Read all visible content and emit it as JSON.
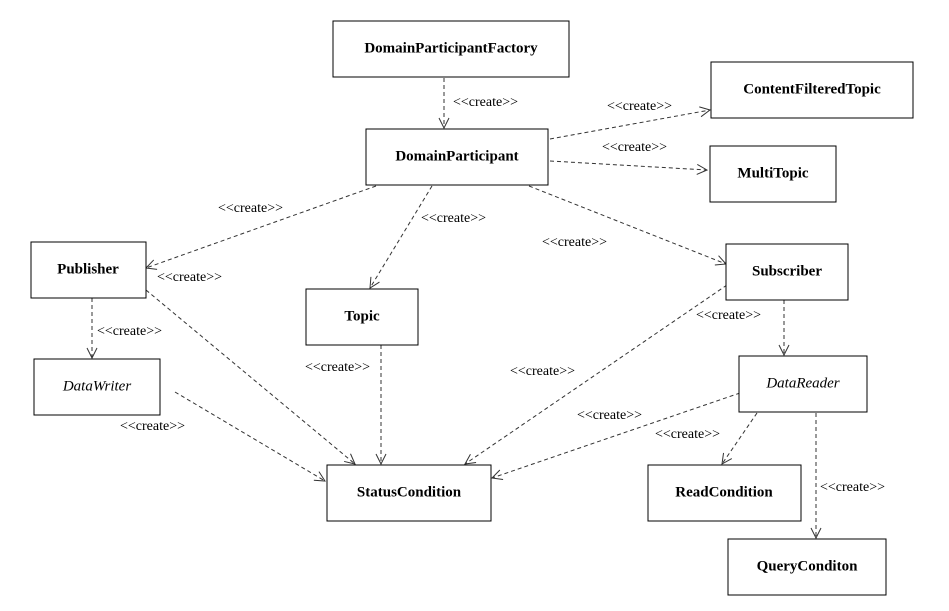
{
  "nodes": {
    "factory": {
      "label": "DomainParticipantFactory",
      "style": "bold"
    },
    "participant": {
      "label": "DomainParticipant",
      "style": "bold"
    },
    "cft": {
      "label": "ContentFilteredTopic",
      "style": "bold"
    },
    "multitopic": {
      "label": "MultiTopic",
      "style": "bold"
    },
    "publisher": {
      "label": "Publisher",
      "style": "bold"
    },
    "topic": {
      "label": "Topic",
      "style": "bold"
    },
    "subscriber": {
      "label": "Subscriber",
      "style": "bold"
    },
    "datawriter": {
      "label": "DataWriter",
      "style": "italic"
    },
    "datareader": {
      "label": "DataReader",
      "style": "italic"
    },
    "status": {
      "label": "StatusCondition",
      "style": "bold"
    },
    "readcond": {
      "label": "ReadCondition",
      "style": "bold"
    },
    "querycond": {
      "label": "QueryConditon",
      "style": "bold"
    }
  },
  "edges": [
    {
      "id": "factory-participant",
      "from": "factory",
      "to": "participant",
      "label": "<<create>>"
    },
    {
      "id": "participant-cft",
      "from": "participant",
      "to": "cft",
      "label": "<<create>>"
    },
    {
      "id": "participant-multitopic",
      "from": "participant",
      "to": "multitopic",
      "label": "<<create>>"
    },
    {
      "id": "participant-publisher",
      "from": "participant",
      "to": "publisher",
      "label": "<<create>>"
    },
    {
      "id": "participant-topic",
      "from": "participant",
      "to": "topic",
      "label": "<<create>>"
    },
    {
      "id": "participant-subscriber",
      "from": "participant",
      "to": "subscriber",
      "label": "<<create>>"
    },
    {
      "id": "publisher-datawriter",
      "from": "publisher",
      "to": "datawriter",
      "label": "<<create>>"
    },
    {
      "id": "publisher-status",
      "from": "publisher",
      "to": "status",
      "label": "<<create>>"
    },
    {
      "id": "datawriter-status",
      "from": "datawriter",
      "to": "status",
      "label": "<<create>>"
    },
    {
      "id": "topic-status",
      "from": "topic",
      "to": "status",
      "label": "<<create>>"
    },
    {
      "id": "subscriber-status",
      "from": "subscriber",
      "to": "status",
      "label": "<<create>>"
    },
    {
      "id": "subscriber-datareader",
      "from": "subscriber",
      "to": "datareader",
      "label": "<<create>>"
    },
    {
      "id": "datareader-status",
      "from": "datareader",
      "to": "status",
      "label": "<<create>>"
    },
    {
      "id": "datareader-readcond",
      "from": "datareader",
      "to": "readcond",
      "label": "<<create>>"
    },
    {
      "id": "datareader-querycond",
      "from": "datareader",
      "to": "querycond",
      "label": "<<create>>"
    }
  ]
}
